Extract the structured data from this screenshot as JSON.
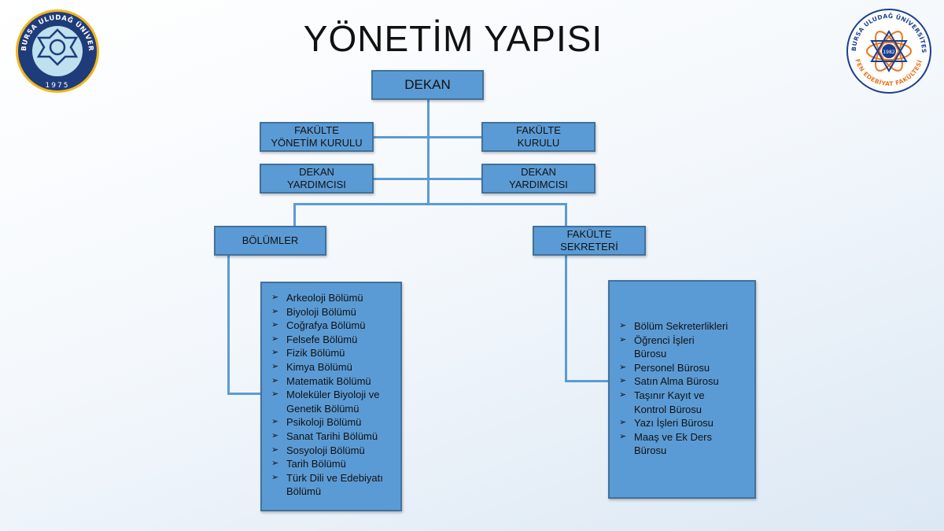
{
  "title": "YÖNETİM YAPISI",
  "logo_left": {
    "text": "BURSA ULUDAĞ ÜNİVERSİTESİ",
    "year": "1975"
  },
  "logo_right": {
    "text_top": "BURSA ULUDAĞ ÜNİVERSİTESİ",
    "text_bottom": "FEN EDEBİYAT FAKÜLTESİ",
    "year": "1982"
  },
  "nodes": {
    "dekan": "DEKAN",
    "fyk": [
      "FAKÜLTE",
      "YÖNETİM KURULU"
    ],
    "fk": [
      "FAKÜLTE",
      "KURULU"
    ],
    "dy_left": [
      "DEKAN",
      "YARDIMCISI"
    ],
    "dy_right": [
      "DEKAN",
      "YARDIMCISI"
    ],
    "bolumler": "BÖLÜMLER",
    "sekreter": [
      "FAKÜLTE",
      "SEKRETERİ"
    ]
  },
  "departments": [
    "Arkeoloji Bölümü",
    "Biyoloji Bölümü",
    "Coğrafya Bölümü",
    "Felsefe Bölümü",
    "Fizik Bölümü",
    "Kimya Bölümü",
    "Matematik Bölümü",
    "Moleküler Biyoloji ve Genetik Bölümü",
    "Psikoloji Bölümü",
    "Sanat Tarihi Bölümü",
    "Sosyoloji Bölümü",
    "Tarih Bölümü",
    "Türk Dili ve Edebiyatı Bölümü"
  ],
  "offices": [
    "Bölüm Sekreterlikleri",
    "Öğrenci İşleri Bürosu",
    "Personel Bürosu",
    "Satın Alma Bürosu",
    "Taşınır Kayıt ve Kontrol Bürosu",
    "Yazı İşleri Bürosu",
    "Maaş ve Ek Ders Bürosu"
  ],
  "colors": {
    "box": "#5b9bd5",
    "border": "#41719c",
    "logo_left": "#1f3c7a",
    "logo_right": "#1a3f8f",
    "logo_orange": "#e87722"
  }
}
